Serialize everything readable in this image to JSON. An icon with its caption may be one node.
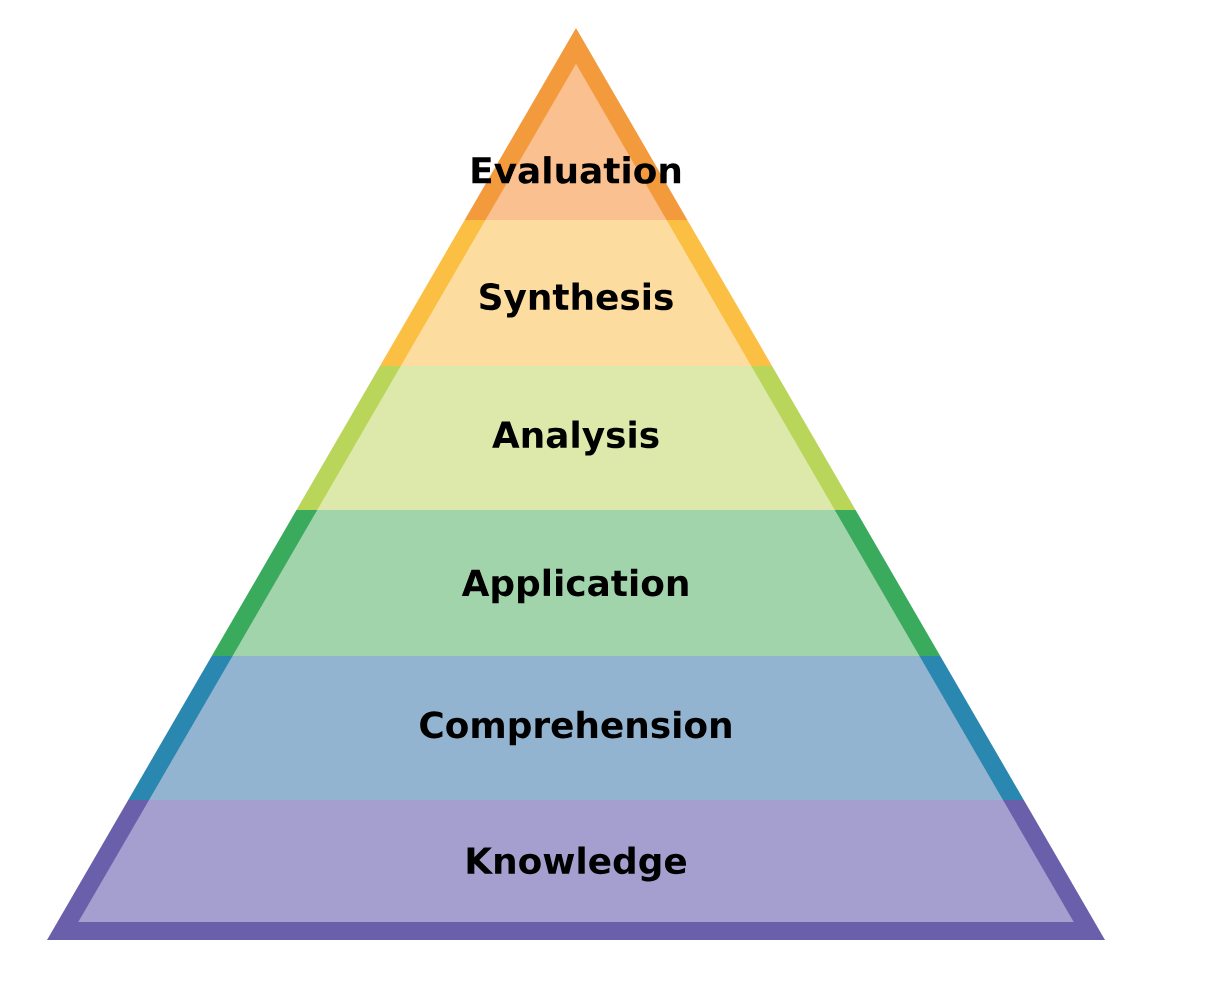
{
  "diagram": {
    "nodes": [
      {
        "text": [
          "Evaluation"
        ]
      },
      {
        "text": [
          "Synthesis"
        ]
      },
      {
        "text": [
          "Analysis"
        ]
      },
      {
        "text": [
          "Application"
        ]
      },
      {
        "text": [
          "Comprehension"
        ]
      },
      {
        "text": [
          "Knowledge"
        ]
      }
    ]
  }
}
